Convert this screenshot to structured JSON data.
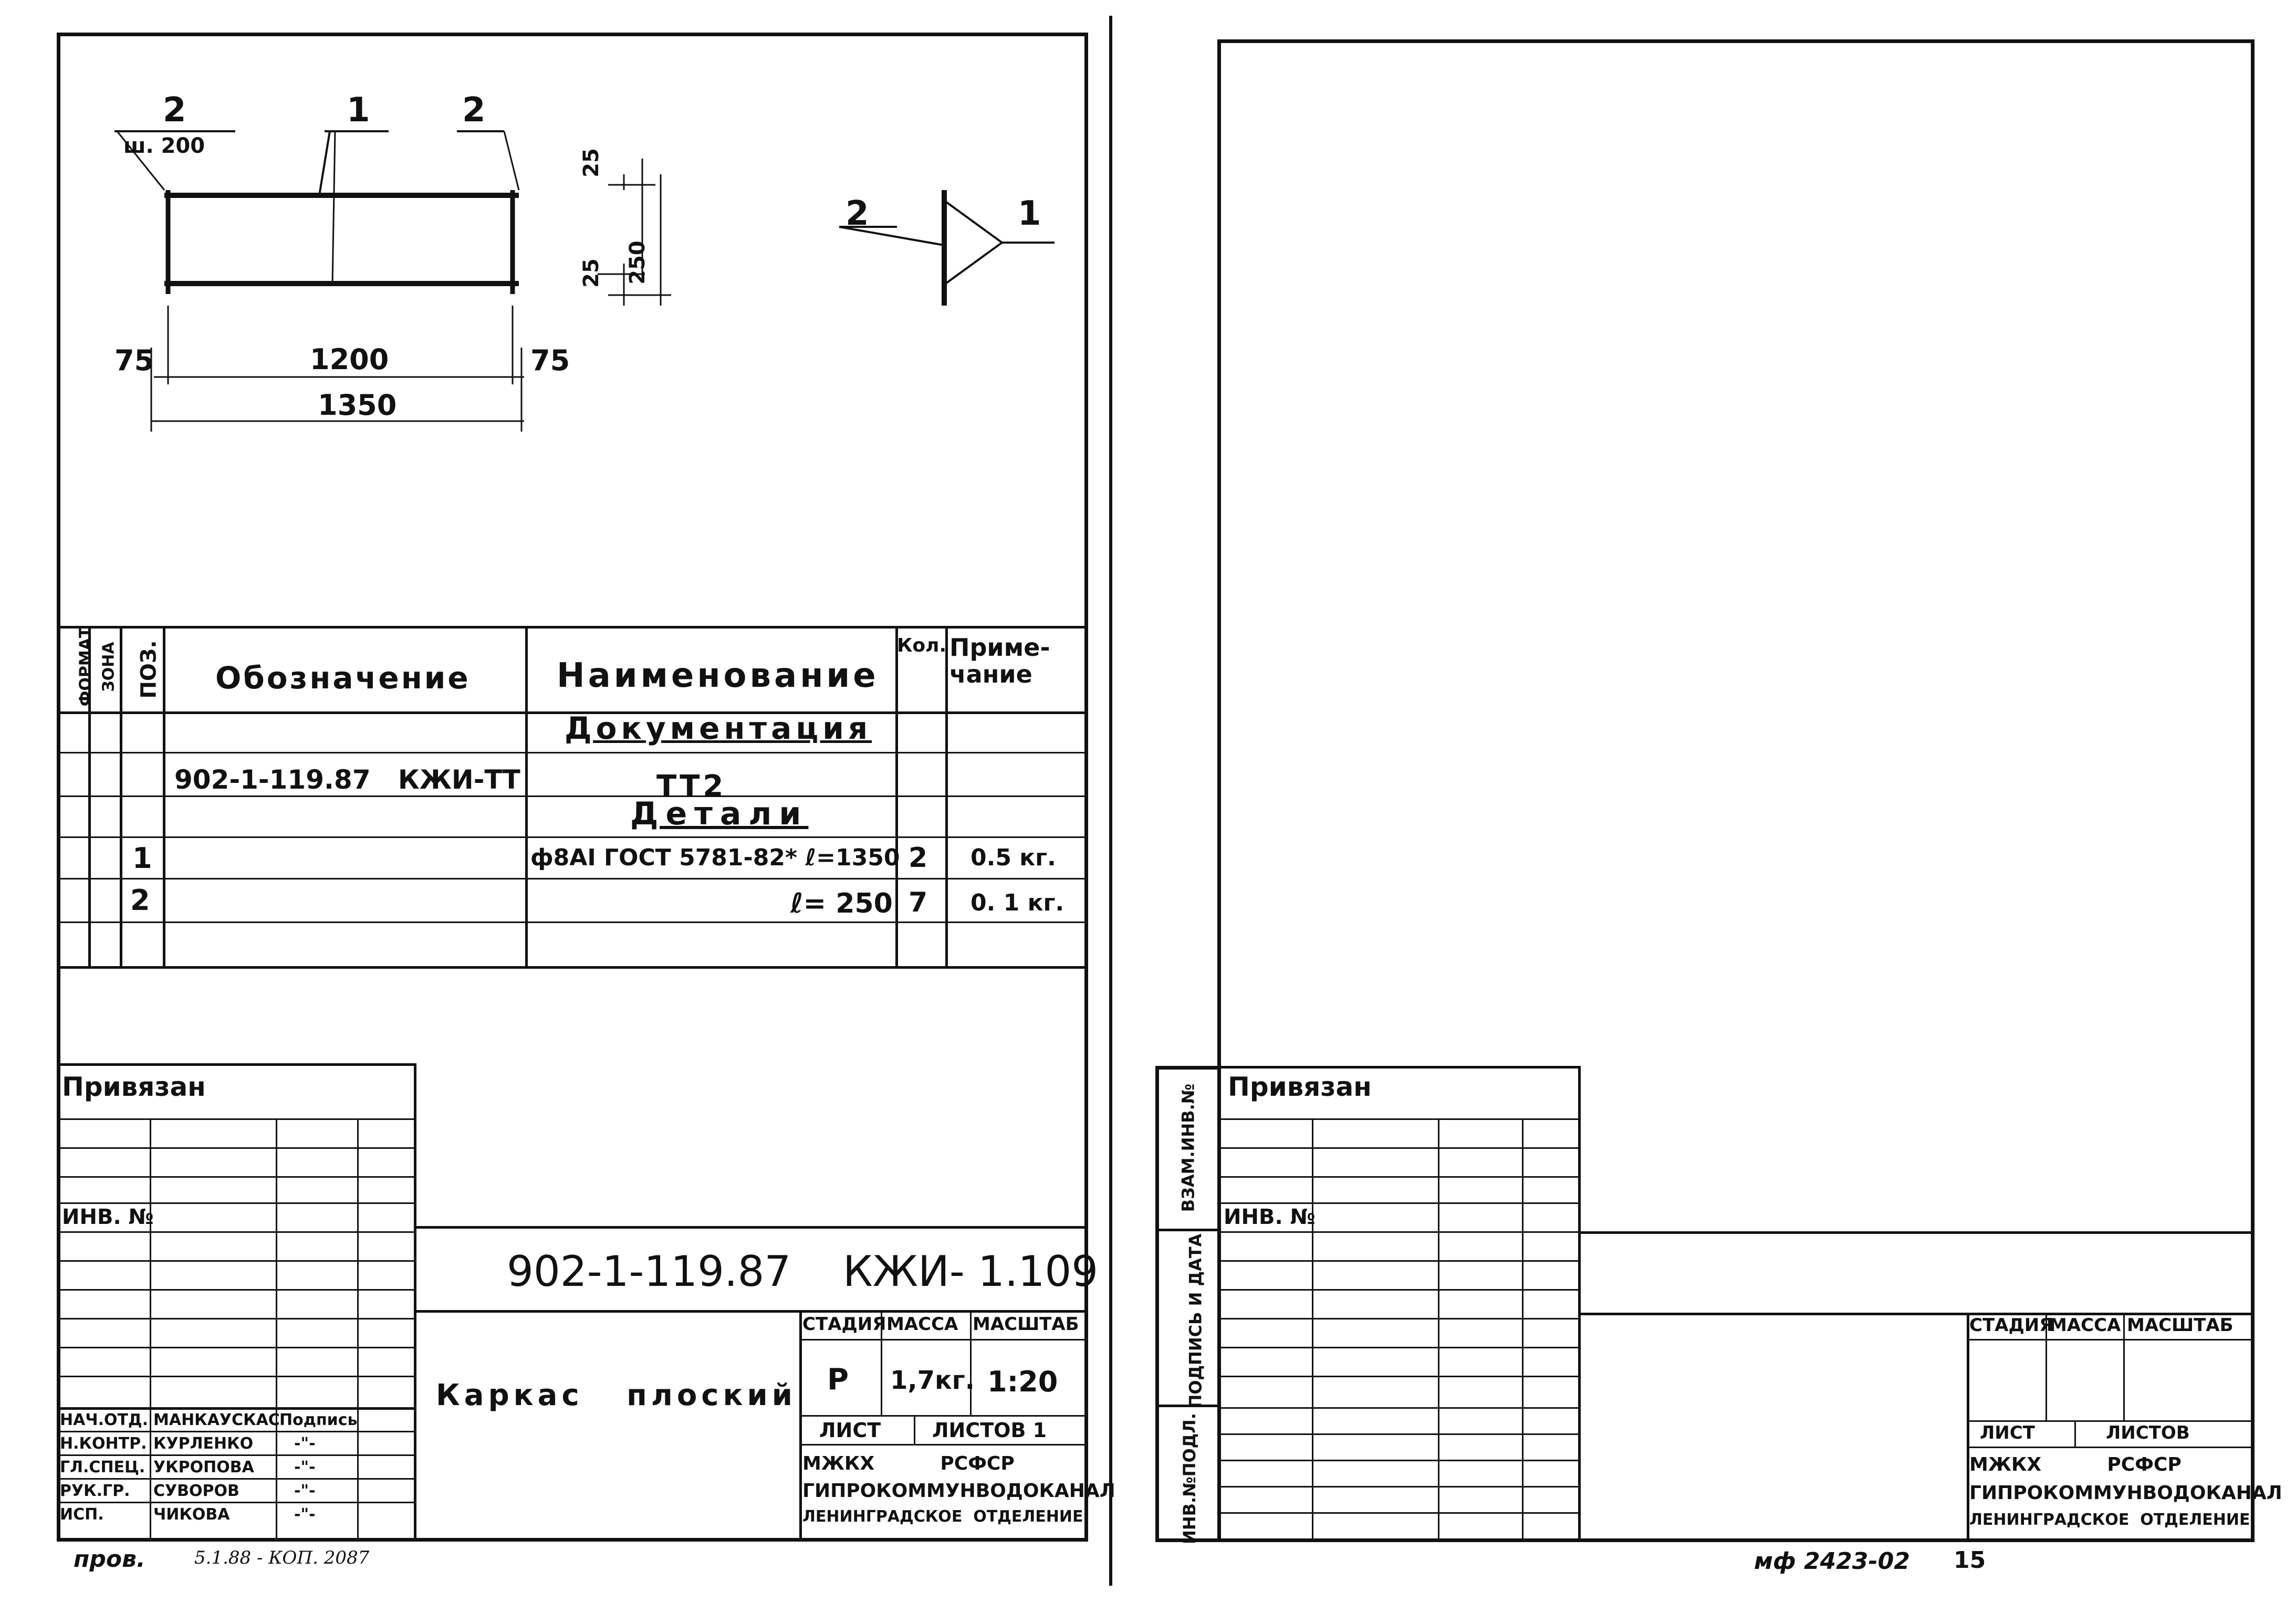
{
  "drawing": {
    "callout_2_left": "2",
    "spacing": "ш. 200",
    "callout_1": "1",
    "callout_2_right": "2",
    "dim_75_left": "75",
    "dim_1200": "1200",
    "dim_75_right": "75",
    "dim_1350": "1350",
    "dim_25_top": "25",
    "dim_25_bottom": "25",
    "dim_250": "250",
    "weld_2": "2",
    "weld_1": "1"
  },
  "spec_table": {
    "headers": {
      "format": "ФОРМАТ",
      "zone": "ЗОНА",
      "pos": "ПОЗ.",
      "designation": "Обозначение",
      "name": "Наименование",
      "qty": "Кол.",
      "note": "Приме-чание"
    },
    "rows": [
      {
        "pos": "",
        "designation": "",
        "name": "Документация",
        "qty": "",
        "note": ""
      },
      {
        "pos": "",
        "designation": "902-1-119.87   КЖИ-ТТ",
        "name": "ТТ2",
        "qty": "",
        "note": ""
      },
      {
        "pos": "",
        "designation": "",
        "name": "Детали",
        "qty": "",
        "note": ""
      },
      {
        "pos": "1",
        "designation": "",
        "name": "ф8АI ГОСТ 5781-82*  ℓ=1350",
        "qty": "2",
        "note": "0.5 кг."
      },
      {
        "pos": "2",
        "designation": "",
        "name": "ℓ= 250",
        "qty": "7",
        "note": "0. 1 кг."
      }
    ]
  },
  "title_block_left": {
    "privyazan": "Привязан",
    "inv_no": "ИНВ. №",
    "code": "902-1-119.87",
    "sheet_code": "КЖИ- 1.109",
    "title": "Каркас   плоский",
    "stage_label": "СТАДИЯ",
    "mass_label": "МАССА",
    "scale_label": "МАСШТАБ",
    "stage": "Р",
    "mass": "1,7кг.",
    "scale": "1:20",
    "sheet_label": "ЛИСТ",
    "sheets_label": "ЛИСТОВ 1",
    "org_line1": "МЖКХ          РСФСР",
    "org_line2": "ГИПРОКОММУНВОДОКАНАЛ",
    "org_line3": "ЛЕНИНГРАДСКОЕ  ОТДЕЛЕНИЕ",
    "signatures": [
      {
        "role": "НАЧ.ОТД.",
        "name": "МАНКАУСКАС",
        "sign": "Подпись"
      },
      {
        "role": "Н.КОНТР.",
        "name": "КУРЛЕНКО",
        "sign": "-\"-"
      },
      {
        "role": "ГЛ.СПЕЦ.",
        "name": "УКРОПОВА",
        "sign": "-\"-"
      },
      {
        "role": "РУК.ГР.",
        "name": "СУВОРОВ",
        "sign": "-\"-"
      },
      {
        "role": "ИСП.",
        "name": "ЧИКОВА",
        "sign": "-\"-"
      }
    ],
    "prov": "пров.",
    "handwritten": "5.1.88 - КОП. 2087"
  },
  "title_block_right": {
    "privyazan": "Привязан",
    "inv_no": "ИНВ. №",
    "side_vzam": "ВЗАМ.ИНВ.№",
    "side_podpis": "ПОДПИСЬ И ДАТА",
    "side_inv": "ИНВ.№ПОДЛ.",
    "stage_label": "СТАДИЯ",
    "mass_label": "МАССА",
    "scale_label": "МАСШТАБ",
    "sheet_label": "ЛИСТ",
    "sheets_label": "ЛИСТОВ",
    "org_line1": "МЖКХ          РСФСР",
    "org_line2": "ГИПРОКОММУНВОДОКАНАЛ",
    "org_line3": "ЛЕНИНГРАДСКОЕ  ОТДЕЛЕНИЕ"
  },
  "footer": {
    "doc_no": "мф 2423-02",
    "page": "15"
  }
}
